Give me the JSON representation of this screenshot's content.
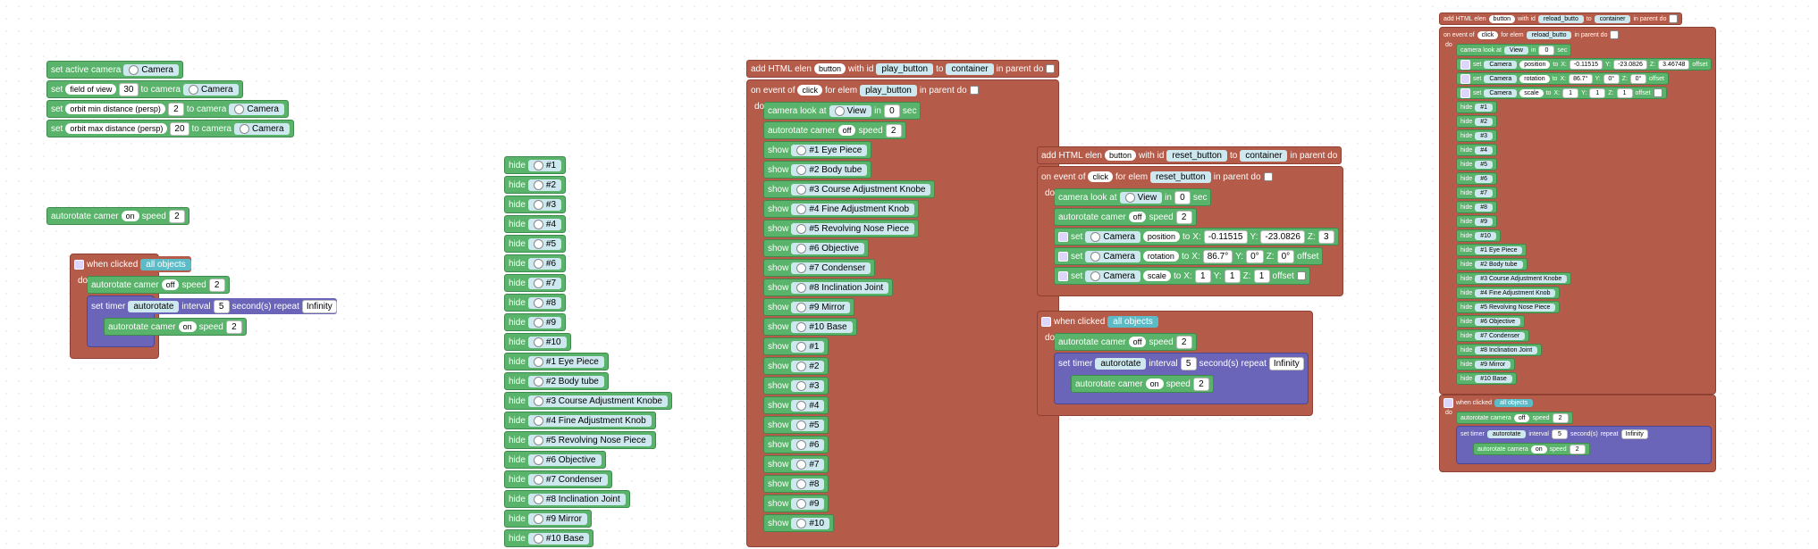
{
  "group1": {
    "set_active_camera": "set active camera",
    "camera": "Camera",
    "set": "set",
    "fov": "field of view",
    "fov_val": "30",
    "to_camera": "to camera",
    "orbit_min": "orbit min distance (persp)",
    "orbit_min_val": "2",
    "orbit_max": "orbit max distance (persp)",
    "orbit_max_val": "20"
  },
  "group2": {
    "autorotate": "autorotate camer",
    "on": "on",
    "off": "off",
    "speed": "speed",
    "speed_val": "2",
    "when_clicked": "when clicked",
    "all_objects": "all objects",
    "do": "do",
    "set_timer": "set timer",
    "timer_name": "autorotate",
    "interval": "interval",
    "interval_val": "5",
    "seconds": "second(s)",
    "repeat": "repeat",
    "infinity": "Infinity"
  },
  "hide_label": "hide",
  "show_label": "show",
  "parts": [
    "#1",
    "#2",
    "#3",
    "#4",
    "#5",
    "#6",
    "#7",
    "#8",
    "#9",
    "#10",
    "#1 Eye Piece",
    "#2 Body tube",
    "#3 Course Adjustment Knobe",
    "#4 Fine Adjustment Knob",
    "#5 Revolving Nose Piece",
    "#6 Objective",
    "#7 Condenser",
    "#8 Inclination Joint",
    "#9 Mirror",
    "#10 Base"
  ],
  "group4": {
    "add_html": "add HTML elen",
    "button": "button",
    "with_id": "with id",
    "play_id": "play_button",
    "to": "to",
    "container": "container",
    "in_parent": "in parent do",
    "on_event": "on event of",
    "click": "click",
    "for_elem": "for elem",
    "camera_look": "camera look at",
    "view": "View",
    "in": "in",
    "zero": "0",
    "sec": "sec"
  },
  "group5": {
    "reset_id": "reset_button",
    "position": "position",
    "rotation": "rotation",
    "scale": "scale",
    "x": "X:",
    "y": "Y:",
    "z": "Z:",
    "px": "-0.11515",
    "py": "-23.0826",
    "rx": "86.7°",
    "ry": "0°",
    "rz": "0°",
    "one": "1",
    "offset": "offset"
  },
  "group6": {
    "reload_id": "reload_butto",
    "pz": "3.46748",
    "pz_short": "3",
    "on_event_of": "on event of",
    "when_clicked_short": "when clicked",
    "autorotate_camera": "autorotate camera"
  }
}
